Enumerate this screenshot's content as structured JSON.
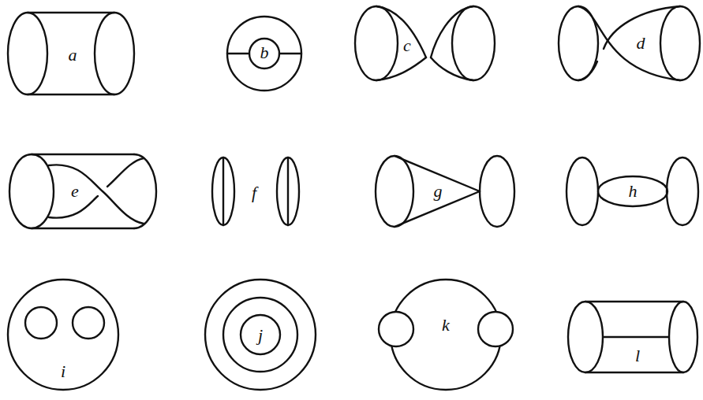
{
  "diagram": {
    "labels": [
      "a",
      "b",
      "c",
      "d",
      "e",
      "f",
      "g",
      "h",
      "i",
      "j",
      "k",
      "l"
    ]
  }
}
